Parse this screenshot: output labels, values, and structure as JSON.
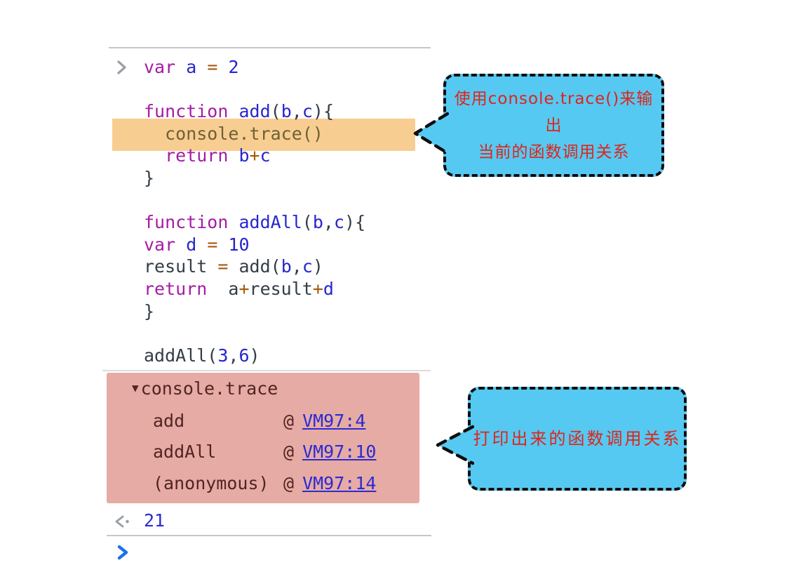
{
  "colors": {
    "keyword": "#a41da4",
    "variable": "#2626cf",
    "number": "#2323d0",
    "operator": "#a6590f",
    "plain": "#333d47",
    "highlight_code": "#6e6133",
    "code_highlight_bg": "#f8cd92",
    "trace_bg": "#e6aba4",
    "trace_text": "#502523",
    "link": "#2b2bd2",
    "callout_bg": "#55c9f2",
    "callout_text": "#e02419",
    "prompt_blue": "#1b73e8",
    "prompt_gray": "#9aa0a6",
    "divider": "#c6c6c6"
  },
  "console": {
    "code_lines": [
      {
        "tokens": [
          [
            "kw",
            "var"
          ],
          [
            "pl",
            " "
          ],
          [
            "vr",
            "a"
          ],
          [
            "pl",
            " "
          ],
          [
            "op",
            "="
          ],
          [
            "pl",
            " "
          ],
          [
            "nm",
            "2"
          ]
        ]
      },
      {
        "tokens": []
      },
      {
        "tokens": [
          [
            "kw",
            "function"
          ],
          [
            "pl",
            " "
          ],
          [
            "fn",
            "add"
          ],
          [
            "pl",
            "("
          ],
          [
            "vr",
            "b"
          ],
          [
            "pl",
            ","
          ],
          [
            "vr",
            "c"
          ],
          [
            "pl",
            "){"
          ]
        ]
      },
      {
        "highlight": true,
        "tokens": [
          [
            "hl",
            "  console.trace()"
          ]
        ]
      },
      {
        "tokens": [
          [
            "pl",
            "  "
          ],
          [
            "kw",
            "return"
          ],
          [
            "pl",
            " "
          ],
          [
            "vr",
            "b"
          ],
          [
            "op",
            "+"
          ],
          [
            "vr",
            "c"
          ]
        ]
      },
      {
        "tokens": [
          [
            "pl",
            "}"
          ]
        ]
      },
      {
        "tokens": []
      },
      {
        "tokens": [
          [
            "kw",
            "function"
          ],
          [
            "pl",
            " "
          ],
          [
            "fn",
            "addAll"
          ],
          [
            "pl",
            "("
          ],
          [
            "vr",
            "b"
          ],
          [
            "pl",
            ","
          ],
          [
            "vr",
            "c"
          ],
          [
            "pl",
            "){"
          ]
        ]
      },
      {
        "tokens": [
          [
            "kw",
            "var"
          ],
          [
            "pl",
            " "
          ],
          [
            "vr",
            "d"
          ],
          [
            "pl",
            " "
          ],
          [
            "op",
            "="
          ],
          [
            "pl",
            " "
          ],
          [
            "nm",
            "10"
          ]
        ]
      },
      {
        "tokens": [
          [
            "pl",
            "result "
          ],
          [
            "op",
            "="
          ],
          [
            "pl",
            " add("
          ],
          [
            "vr",
            "b"
          ],
          [
            "pl",
            ","
          ],
          [
            "vr",
            "c"
          ],
          [
            "pl",
            ")"
          ]
        ]
      },
      {
        "tokens": [
          [
            "kw",
            "return"
          ],
          [
            "pl",
            "  a"
          ],
          [
            "op",
            "+"
          ],
          [
            "pl",
            "result"
          ],
          [
            "op",
            "+"
          ],
          [
            "vr",
            "d"
          ]
        ]
      },
      {
        "tokens": [
          [
            "pl",
            "}"
          ]
        ]
      },
      {
        "tokens": []
      },
      {
        "tokens": [
          [
            "pl",
            "addAll("
          ],
          [
            "nm",
            "3"
          ],
          [
            "pl",
            ","
          ],
          [
            "nm",
            "6"
          ],
          [
            "pl",
            ")"
          ]
        ]
      }
    ],
    "trace": {
      "toggle_icon": "▼",
      "header": "console.trace",
      "rows": [
        {
          "fn": "add",
          "at": "@",
          "location": "VM97:4"
        },
        {
          "fn": "addAll",
          "at": "@",
          "location": "VM97:10"
        },
        {
          "fn": "(anonymous)",
          "at": "@",
          "location": "VM97:14"
        }
      ]
    },
    "result": {
      "value": "21"
    }
  },
  "callouts": [
    {
      "lines": [
        "使用console.trace()来输出",
        "当前的函数调用关系"
      ]
    },
    {
      "lines": [
        "打印出来的函数调用关系"
      ]
    }
  ]
}
